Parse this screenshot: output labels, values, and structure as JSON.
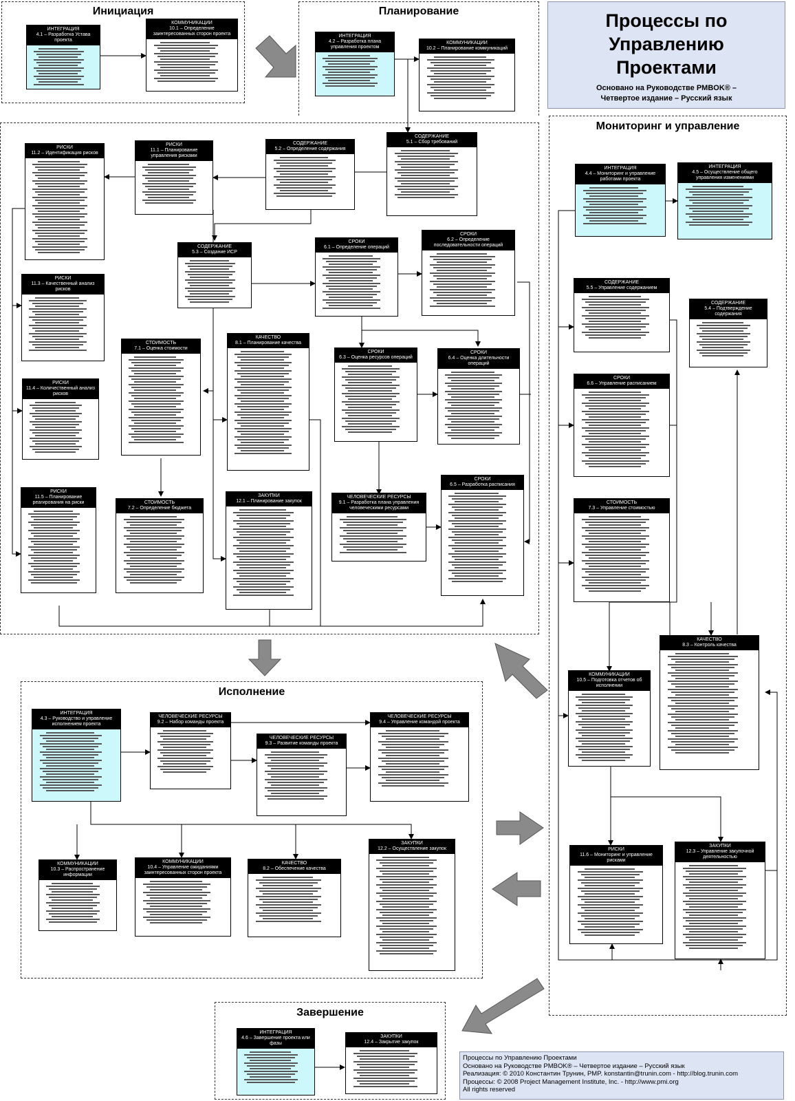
{
  "title": {
    "main": "Процессы по\nУправлению\nПроектами",
    "sub": "Основано на Руководстве PMBOK® –\nЧетвертое издание – Русский язык"
  },
  "groups": {
    "initiation": "Инициация",
    "planning": "Планирование",
    "monitoring": "Мониторинг и управление",
    "execution": "Исполнение",
    "closing": "Завершение"
  },
  "processes": {
    "p4_1": "ИНТЕГРАЦИЯ\n4.1 – Разработка Устава проекта",
    "p10_1": "КОММУНИКАЦИИ\n10.1 – Определение заинтересованных сторон проекта",
    "p4_2": "ИНТЕГРАЦИЯ\n4.2 – Разработка плана управления проектом",
    "p10_2": "КОММУНИКАЦИИ\n10.2 – Планирование коммуникаций",
    "p5_1": "СОДЕРЖАНИЕ\n5.1 – Сбор требований",
    "p5_2": "СОДЕРЖАНИЕ\n5.2 – Определение содержания",
    "p11_1": "РИСКИ\n11.1 – Планирование управления рисками",
    "p11_2": "РИСКИ\n11.2 – Идентификация рисков",
    "p5_3": "СОДЕРЖАНИЕ\n5.3 – Создание ИСР",
    "p6_1": "СРОКИ\n6.1 – Определение операций",
    "p6_2": "СРОКИ\n6.2 – Определение последовательности операций",
    "p11_3": "РИСКИ\n11.3 – Качественный анализ рисков",
    "p7_1": "СТОИМОСТЬ\n7.1 – Оценка стоимости",
    "p8_1": "КАЧЕСТВО\n8.1 – Планирование качества",
    "p6_3": "СРОКИ\n6.3 – Оценка ресурсов операций",
    "p6_4": "СРОКИ\n6.4 – Оценка длительности операций",
    "p11_4": "РИСКИ\n11.4 – Количественный анализ рисков",
    "p11_5": "РИСКИ\n11.5 – Планирование реагирования на риски",
    "p7_2": "СТОИМОСТЬ\n7.2 – Определение бюджета",
    "p12_1": "ЗАКУПКИ\n12.1 – Планирование закупок",
    "p9_1": "ЧЕЛОВЕЧЕСКИЕ РЕСУРСЫ\n9.1 – Разработка плана управления человеческими ресурсами",
    "p6_5": "СРОКИ\n6.5 – Разработка расписания",
    "p4_4": "ИНТЕГРАЦИЯ\n4.4 – Мониторинг и управление работами проекта",
    "p4_5": "ИНТЕГРАЦИЯ\n4.5 – Осуществление общего управления изменениями",
    "p5_5": "СОДЕРЖАНИЕ\n5.5 – Управление содержанием",
    "p5_4": "СОДЕРЖАНИЕ\n5.4 – Подтверждение содержания",
    "p6_6": "СРОКИ\n6.6 – Управление расписанием",
    "p7_3": "СТОИМОСТЬ\n7.3 – Управление стоимостью",
    "p8_3": "КАЧЕСТВО\n8.3 – Контроль качества",
    "p10_5": "КОММУНИКАЦИИ\n10.5 – Подготовка отчетов об исполнении",
    "p11_6": "РИСКИ\n11.6 – Мониторинг и управление рисками",
    "p12_3": "ЗАКУПКИ\n12.3 – Управление закупочной деятельностью",
    "p4_3": "ИНТЕГРАЦИЯ\n4.3 – Руководство и управление исполнением проекта",
    "p9_2": "ЧЕЛОВЕЧЕСКИЕ РЕСУРСЫ\n9.2 – Набор команды проекта",
    "p9_4": "ЧЕЛОВЕЧЕСКИЕ РЕСУРСЫ\n9.4 – Управление командой проекта",
    "p9_3": "ЧЕЛОВЕЧЕСКИЕ РЕСУРСЫ\n9.3 – Развитие команды проекта",
    "p10_3": "КОММУНИКАЦИИ\n10.3 – Распространение информации",
    "p10_4": "КОММУНИКАЦИИ\n10.4 – Управление ожиданиями заинтересованных сторон проекта",
    "p8_2": "КАЧЕСТВО\n8.2 – Обеспечение качества",
    "p12_2": "ЗАКУПКИ\n12.2 – Осуществление закупок",
    "p4_6": "ИНТЕГРАЦИЯ\n4.6 – Завершение проекта или фазы",
    "p12_4": "ЗАКУПКИ\n12.4 – Закрытие закупок"
  },
  "footer": {
    "line1": "Процессы по Управлению Проектами",
    "line2": "Основано на Руководстве PMBOK® – Четвертое издание – Русский язык",
    "line3": "Реализация: © 2010 Константин Трунин, PMP. konstantin@trunin.com - http://blog.trunin.com",
    "line4": "Процессы: © 2008 Project Management Institute, Inc. - http://www.pmi.org",
    "line5": "All rights reserved"
  }
}
